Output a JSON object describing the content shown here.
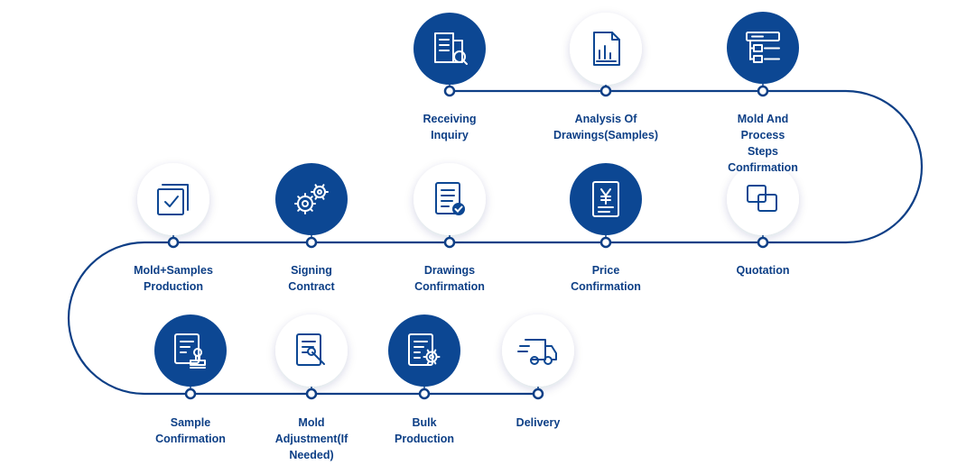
{
  "colors": {
    "primary": "#0c4793",
    "line": "#0e3f86",
    "text": "#0d3f86",
    "light_circle": "#ffffff"
  },
  "steps": [
    {
      "label": "Receiving Inquiry",
      "style": "dark",
      "icon": "building-search-icon"
    },
    {
      "label": "Analysis Of Drawings(Samples)",
      "style": "light",
      "icon": "document-chart-icon"
    },
    {
      "label": "Mold And Process Steps Confirmation",
      "style": "dark",
      "icon": "process-tree-icon"
    },
    {
      "label": "Quotation",
      "style": "light",
      "icon": "overlapping-squares-icon"
    },
    {
      "label": "Price Confirmation",
      "style": "dark",
      "icon": "yen-document-icon"
    },
    {
      "label": "Drawings Confirmation",
      "style": "light",
      "icon": "document-check-icon"
    },
    {
      "label": "Signing Contract",
      "style": "dark",
      "icon": "gears-icon"
    },
    {
      "label": "Mold+Samples Production",
      "style": "light",
      "icon": "stacked-checkbox-icon"
    },
    {
      "label": "Sample Confirmation",
      "style": "dark",
      "icon": "document-stamp-icon"
    },
    {
      "label": "Mold Adjustment(If Needed)",
      "style": "light",
      "icon": "document-wrench-icon"
    },
    {
      "label": "Bulk Production",
      "style": "dark",
      "icon": "document-gear-icon"
    },
    {
      "label": "Delivery",
      "style": "light",
      "icon": "delivery-truck-icon"
    }
  ]
}
